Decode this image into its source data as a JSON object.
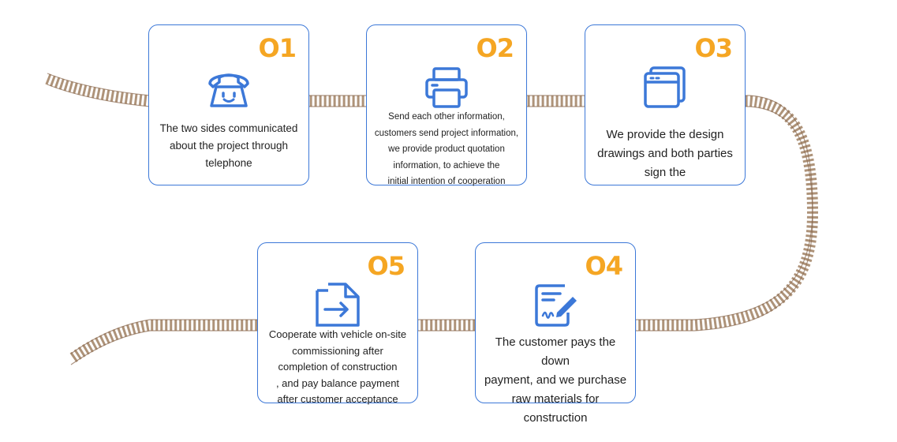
{
  "colors": {
    "accent": "#3c78d8",
    "number": "#f5a623",
    "track": "#a5876a"
  },
  "steps": [
    {
      "number": "O1",
      "icon": "telephone-icon",
      "text": "The two sides communicated\nabout  the project through\ntelephone"
    },
    {
      "number": "O2",
      "icon": "printer-icon",
      "text": "Send each other information,\ncustomers send project information,\nwe provide product quotation\ninformation, to achieve the\ninitial intention of cooperation"
    },
    {
      "number": "O3",
      "icon": "window-stack-icon",
      "text": "We provide the design\ndrawings and both parties\nsign the"
    },
    {
      "number": "O4",
      "icon": "contract-sign-icon",
      "text": "The customer pays the down\npayment, and we purchase\nraw materials for construction"
    },
    {
      "number": "O5",
      "icon": "file-import-icon",
      "text": "Cooperate with vehicle on-site\ncommissioning after\ncompletion of construction\n, and pay balance payment\nafter customer acceptance"
    }
  ]
}
